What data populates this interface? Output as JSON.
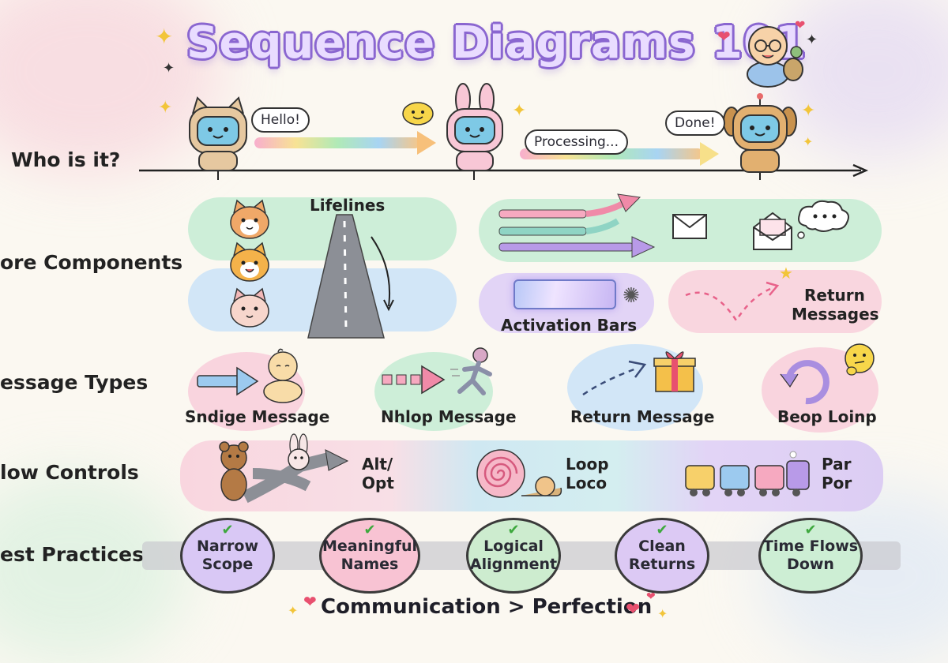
{
  "title": "Sequence Diagrams 101",
  "rows": {
    "who": "Who is it?",
    "core": "ore Components",
    "types": "essage Types",
    "flow": "low Controls",
    "best": "est Practices"
  },
  "timeline": {
    "hello": "Hello!",
    "processing": "Processing...",
    "done": "Done!"
  },
  "core": {
    "lifelines": "Lifelines",
    "activation": "Activation Bars",
    "return_line1": "Return",
    "return_line2": "Messages"
  },
  "message_types": [
    "Sndige Message",
    "Nhlop Message",
    "Return Message",
    "Beop Loinp"
  ],
  "flow_controls": {
    "alt_line1": "Alt/",
    "alt_line2": "Opt",
    "loop_line1": "Loop",
    "loop_line2": "Loco",
    "par_line1": "Par",
    "par_line2": "Por"
  },
  "best_practices": [
    {
      "line1": "Narrow",
      "line2": "Scope",
      "color": "#d9c8f5"
    },
    {
      "line1": "Meaningful",
      "line2": "Names",
      "color": "#f8c3d3"
    },
    {
      "line1": "Logical",
      "line2": "Alignment",
      "color": "#cdeccf"
    },
    {
      "line1": "Clean",
      "line2": "Returns",
      "color": "#dcc9f4"
    },
    {
      "line1": "Time Flows",
      "line2": "Down",
      "color": "#cdeed4"
    }
  ],
  "footer": "Communication > Perfection",
  "colors": {
    "title_outline": "#8a66d0",
    "green_band": "#cdeed8",
    "blue_band": "#d2e6f7",
    "pink_band": "#f9d6df",
    "purple_band": "#e2d4f6",
    "check": "#3da83d"
  }
}
